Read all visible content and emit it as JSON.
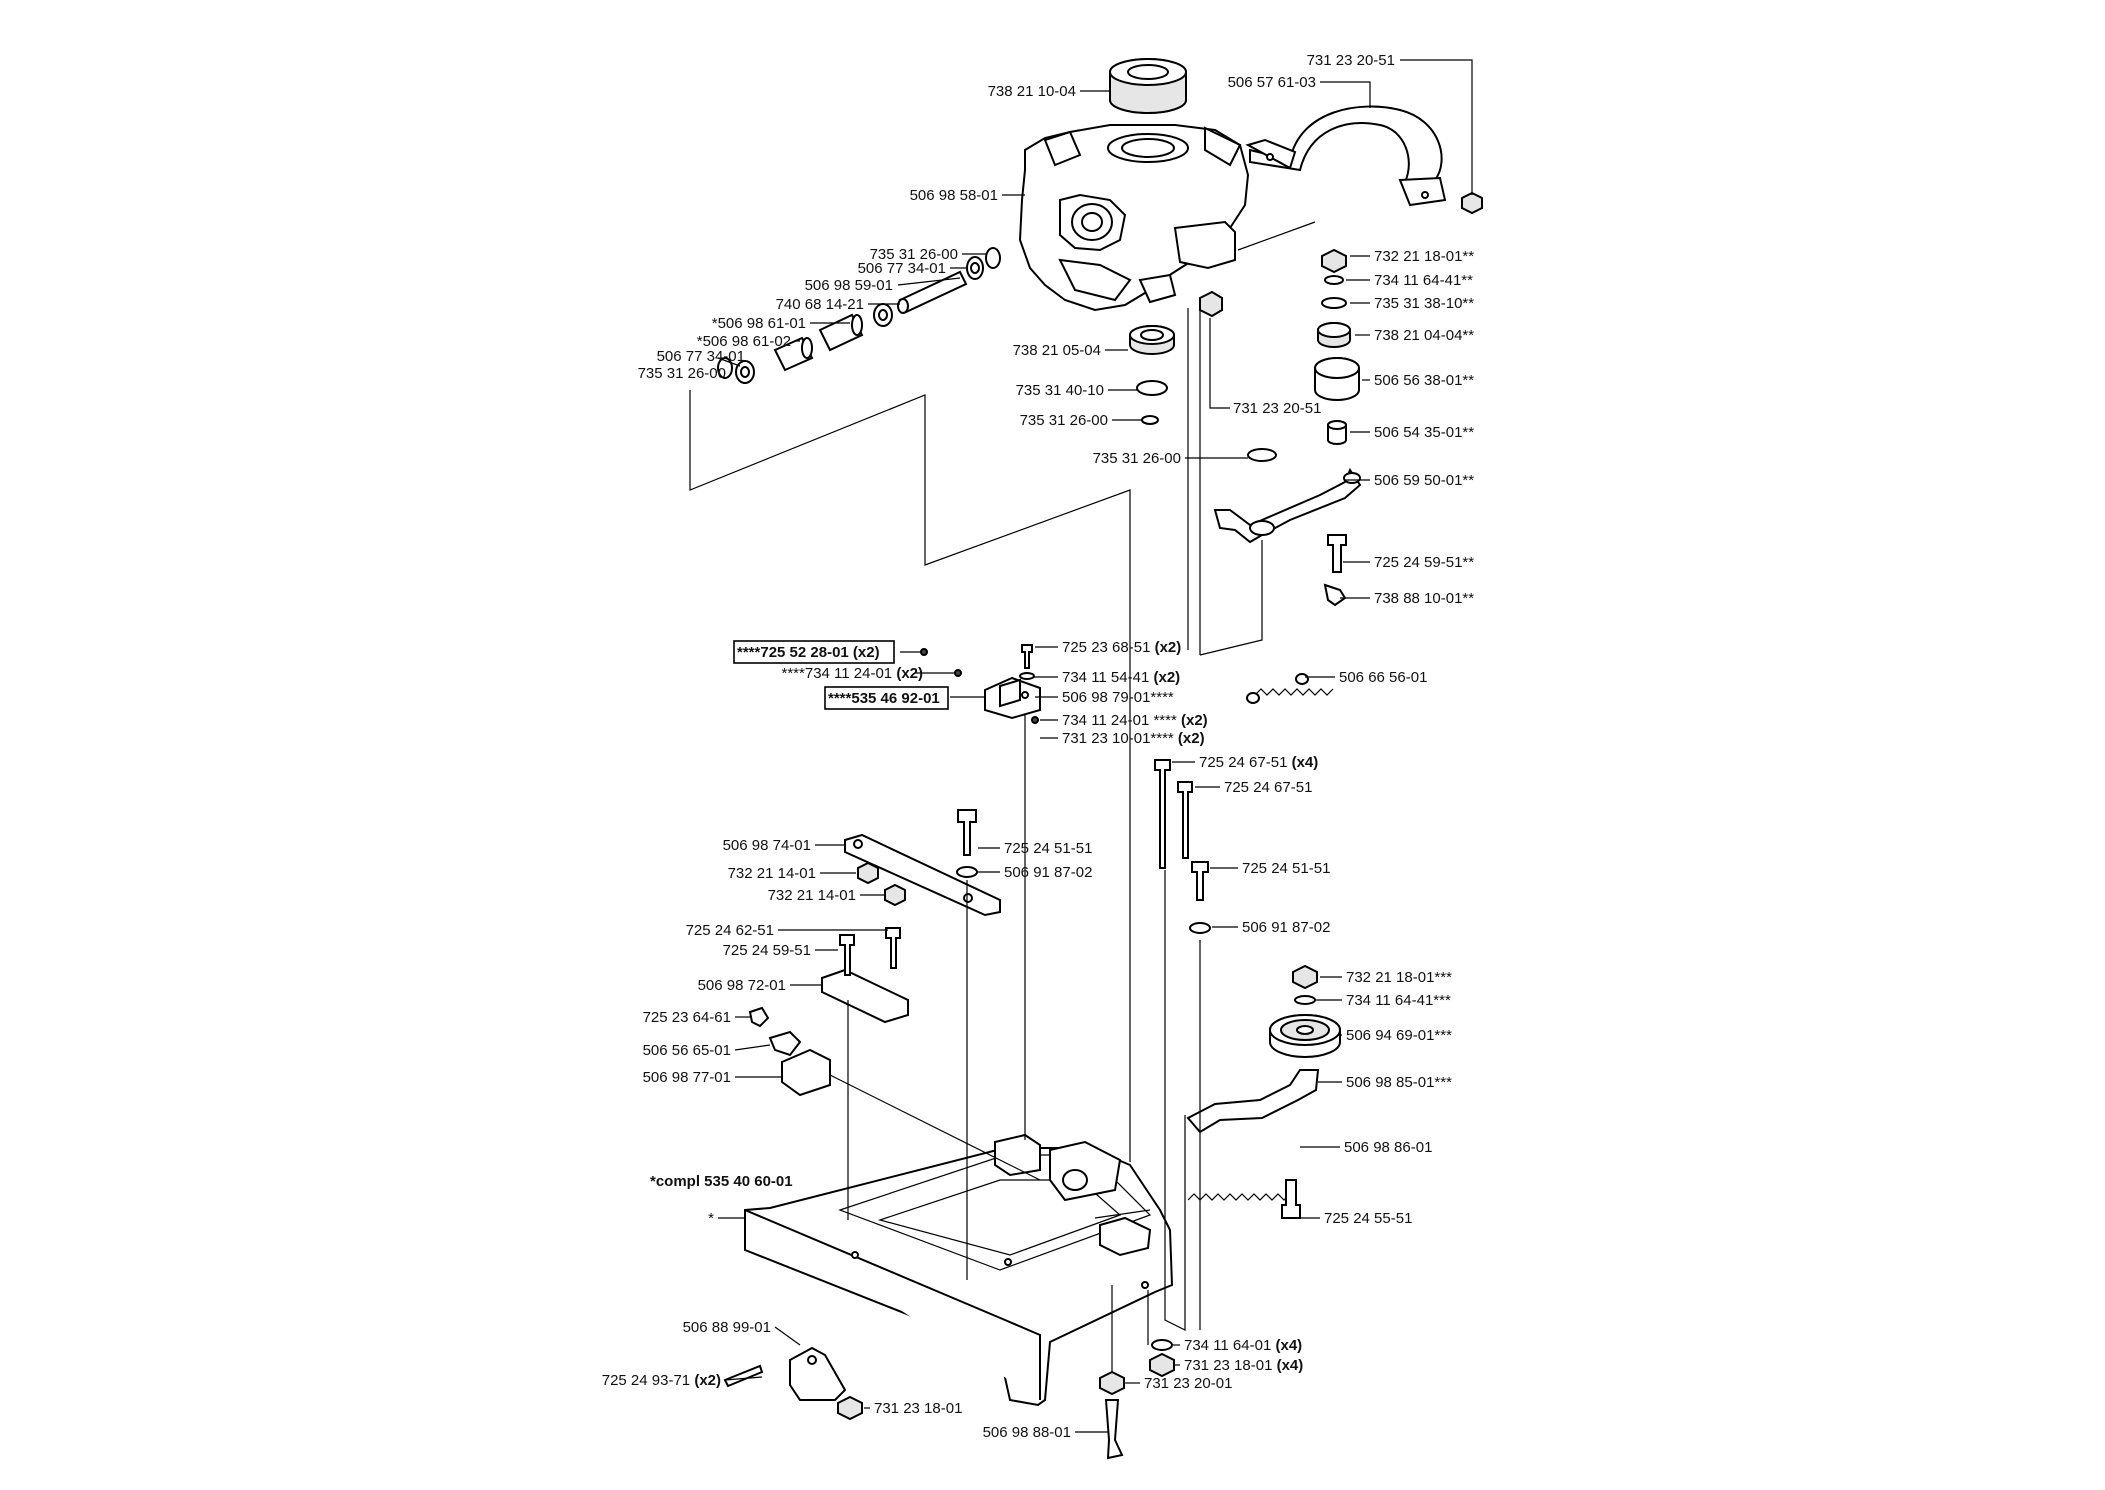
{
  "labels": {
    "l01": "731 23 20-51",
    "l02": "506 57 61-03",
    "l03": "738 21 10-04",
    "l04": "506 98 58-01",
    "l05": "735 31 26-00",
    "l06": "506 77 34-01",
    "l07": "506 98 59-01",
    "l08": "740 68 14-21",
    "l09": "*506 98 61-01",
    "l10": "*506 98 61-02",
    "l11": "506 77 34-01",
    "l12": "735 31 26-00",
    "l13": "738 21 05-04",
    "l14": "735 31 40-10",
    "l15": "735 31 26-00",
    "l16": "731 23 20-51",
    "l17": "732 21 18-01**",
    "l18": "734 11 64-41**",
    "l19": "735 31 38-10**",
    "l20": "738 21 04-04**",
    "l21": "506 56 38-01**",
    "l22": "506 54 35-01**",
    "l23": "735 31 26-00",
    "l24": "506 59 50-01**",
    "l25": "725 24 59-51**",
    "l26": "738 88 10-01**",
    "l27": "****725 52 28-01 (x2)",
    "l28": "****734 11 24-01 (x2)",
    "l29": "****535 46 92-01",
    "l30": "725 23 68-51 (x2)",
    "l31": "734 11 54-41 (x2)",
    "l32": "506 98 79-01****",
    "l33": "734 11 24-01 **** (x2)",
    "l34": "731 23 10-01**** (x2)",
    "l35": "506 66 56-01",
    "l36": "725 24 67-51 (x4)",
    "l37": "725 24 67-51",
    "l38": "506 98 74-01",
    "l39": "725 24 51-51",
    "l40": "732 21 14-01",
    "l41": "506 91 87-02",
    "l42": "732 21 14-01",
    "l43": "725 24 51-51",
    "l44": "725 24 62-51",
    "l45": "725 24 59-51",
    "l46": "506 91 87-02",
    "l47": "506 98 72-01",
    "l48": "732 21 18-01***",
    "l49": "734 11 64-41***",
    "l50": "725 23 64-61",
    "l51": "506 94 69-01***",
    "l52": "506 56 65-01",
    "l53": "506 98 77-01",
    "l54": "506 98 85-01***",
    "l55": "506 98 86-01",
    "l56": "*compl 535 40 60-01",
    "l57": "*",
    "l58": "725 24 55-51",
    "l59": "506 88 99-01",
    "l60": "734 11 64-01 (x4)",
    "l61": "725 24 93-71 (x2)",
    "l62": "731 23 18-01 (x4)",
    "l63": "731 23 20-01",
    "l64": "731 23 18-01",
    "l65": "506 98 88-01"
  }
}
